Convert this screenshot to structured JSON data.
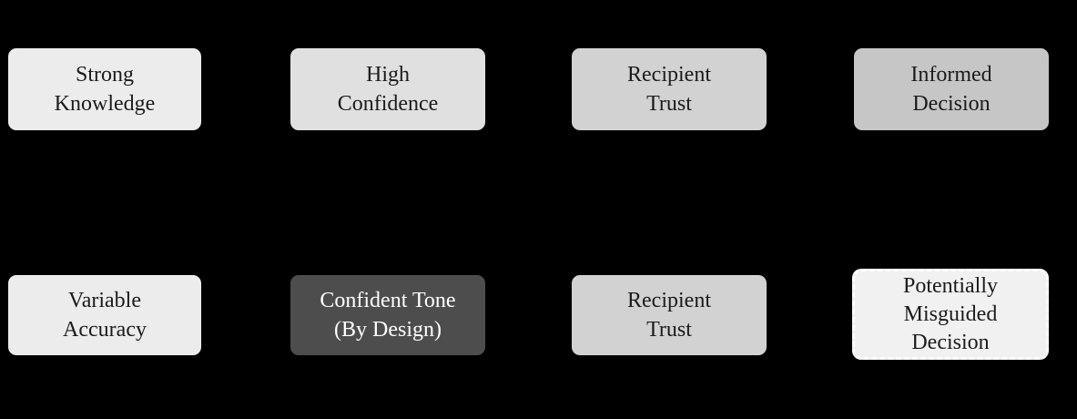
{
  "canvas": {
    "background": "#000000",
    "default_text_color": "#1b1b1b",
    "solid_border_color": "#000000",
    "dashed_border_color": "#ffffff"
  },
  "rows": [
    {
      "name": "expert-path",
      "nodes": [
        {
          "id": "strong-knowledge",
          "lines": [
            "Strong",
            "Knowledge"
          ],
          "fill": "#ececec",
          "text_color": "#1b1b1b",
          "border_style": "solid",
          "border_color": "#000000"
        },
        {
          "id": "high-confidence",
          "lines": [
            "High",
            "Confidence"
          ],
          "fill": "#e0e0e0",
          "text_color": "#1b1b1b",
          "border_style": "solid",
          "border_color": "#000000"
        },
        {
          "id": "recipient-trust",
          "lines": [
            "Recipient",
            "Trust"
          ],
          "fill": "#d2d2d2",
          "text_color": "#1b1b1b",
          "border_style": "solid",
          "border_color": "#000000"
        },
        {
          "id": "informed-decision",
          "lines": [
            "Informed",
            "Decision"
          ],
          "fill": "#c6c6c6",
          "text_color": "#1b1b1b",
          "border_style": "solid",
          "border_color": "#000000"
        }
      ]
    },
    {
      "name": "ai-path",
      "nodes": [
        {
          "id": "variable-accuracy",
          "lines": [
            "Variable",
            "Accuracy"
          ],
          "fill": "#ececec",
          "text_color": "#1b1b1b",
          "border_style": "solid",
          "border_color": "#000000"
        },
        {
          "id": "confident-tone-by-design",
          "lines": [
            "Confident Tone",
            "(By Design)"
          ],
          "fill": "#4d4d4d",
          "text_color": "#ffffff",
          "border_style": "solid",
          "border_color": "#000000"
        },
        {
          "id": "recipient-trust",
          "lines": [
            "Recipient",
            "Trust"
          ],
          "fill": "#d2d2d2",
          "text_color": "#1b1b1b",
          "border_style": "solid",
          "border_color": "#000000"
        },
        {
          "id": "potentially-misguided-decision",
          "lines": [
            "Potentially",
            "Misguided",
            "Decision"
          ],
          "fill": "#f1f1f1",
          "text_color": "#1b1b1b",
          "border_style": "dashed",
          "border_color": "#ffffff"
        }
      ]
    }
  ]
}
